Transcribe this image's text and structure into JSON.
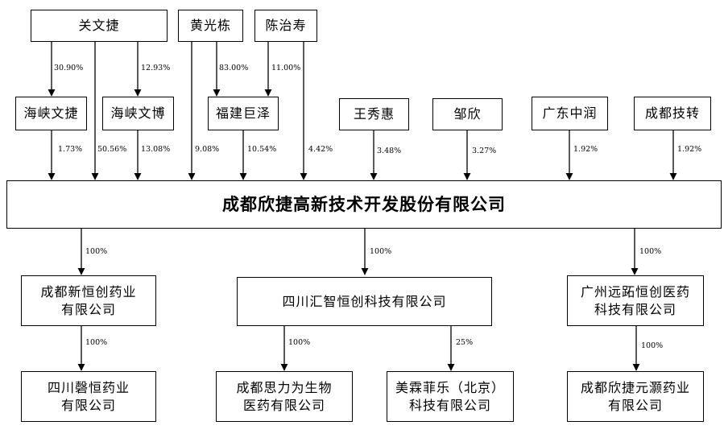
{
  "shareholders_top": {
    "guan_wenjie": "关文捷",
    "huang_guangdong": "黄光栋",
    "chen_zhishou": "陈治寿"
  },
  "shareholders": {
    "haixia_wenjie": "海峡文捷",
    "haixia_wenbo": "海峡文博",
    "fujian_juze": "福建巨泽",
    "wang_xiuhui": "王秀惠",
    "zou_xin": "邹欣",
    "guangdong_zhongrun": "广东中润",
    "chengdu_jizhuan": "成都技转"
  },
  "company": "成都欣捷高新技术开发股份有限公司",
  "subsidiaries": {
    "xinhengchuang": "成都新恒创药业\n有限公司",
    "huizhi": "四川汇智恒创科技有限公司",
    "yuantai": "广州远跖恒创医药\n科技有限公司"
  },
  "sub_subsidiaries": {
    "qingheng": "四川磬恒药业\n有限公司",
    "silifwei": "成都思力为生物\n医药有限公司",
    "meilinfeile": "美霖菲乐（北京）\n科技有限公司",
    "yuanhao": "成都欣捷元灏药业\n有限公司"
  },
  "percentages": {
    "guan_to_wenjie": "30.90%",
    "guan_to_wenbo": "12.93%",
    "huang_to_juze": "83.00%",
    "chen_to_juze": "11.00%",
    "wenjie_to_co": "1.73%",
    "guan_to_co": "50.56%",
    "wenbo_to_co": "13.08%",
    "huang_to_co": "9.08%",
    "juze_to_co": "10.54%",
    "chen_to_co": "4.42%",
    "wang_to_co": "3.48%",
    "zou_to_co": "3.27%",
    "zhongrun_to_co": "1.92%",
    "jizhuan_to_co": "1.92%",
    "co_to_xinhengchuang": "100%",
    "co_to_huizhi": "100%",
    "co_to_yuantai": "100%",
    "xinhengchuang_to_qingheng": "100%",
    "huizhi_to_silifwei": "100%",
    "huizhi_to_meilinfeile": "25%",
    "yuantai_to_yuanhao": "100%"
  }
}
